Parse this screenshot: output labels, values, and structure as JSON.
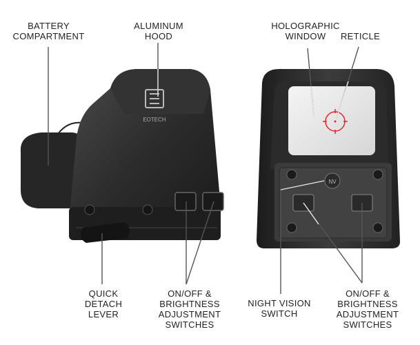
{
  "brand": {
    "logo_text": "EOTECH",
    "nv_mark": "NV"
  },
  "labels": {
    "battery_compartment": "BATTERY\nCOMPARTMENT",
    "aluminum_hood": "ALUMINUM\nHOOD",
    "holographic_window": "HOLOGRAPHIC\nWINDOW",
    "reticle": "RETICLE",
    "quick_detach_lever": "QUICK\nDETACH\nLEVER",
    "on_off_brightness_left": "ON/OFF &\nBRIGHTNESS\nADJUSTMENT\nSWITCHES",
    "night_vision_switch": "NIGHT VISION\nSWITCH",
    "on_off_brightness_right": "ON/OFF &\nBRIGHTNESS\nADJUSTMENT\nSWITCHES"
  },
  "colors": {
    "background": "#ffffff",
    "body_dark": "#2a2a2a",
    "body_mid": "#3a3a3a",
    "reticle": "#e0262b",
    "leader_line": "#e8e8e8"
  }
}
